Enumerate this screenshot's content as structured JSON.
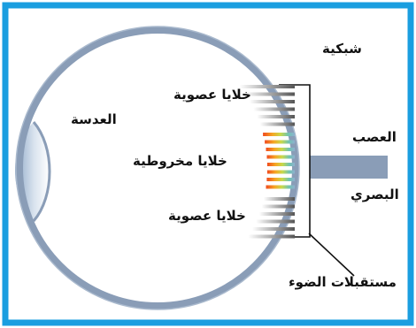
{
  "labels": {
    "retina": "شبكية",
    "lens": "العدسة",
    "rods_top": "خلايا عصوية",
    "cones": "خلايا مخروطية",
    "rods_bottom": "خلايا عصوية",
    "optic_nerve_line1": "العصب",
    "optic_nerve_line2": "البصري",
    "photoreceptors": "مستقبلات الضوء"
  },
  "colors": {
    "frame": "#1a9ee0",
    "eyeball_stroke": "#8a9db7",
    "nerve": "#8a9db7",
    "rod_dark": "#555555",
    "rod_light": "#ffffff",
    "cone_gradient": [
      "#f04a1e",
      "#f6a623",
      "#c8d94a",
      "#6fc4b2",
      "#8fb0cf"
    ]
  }
}
